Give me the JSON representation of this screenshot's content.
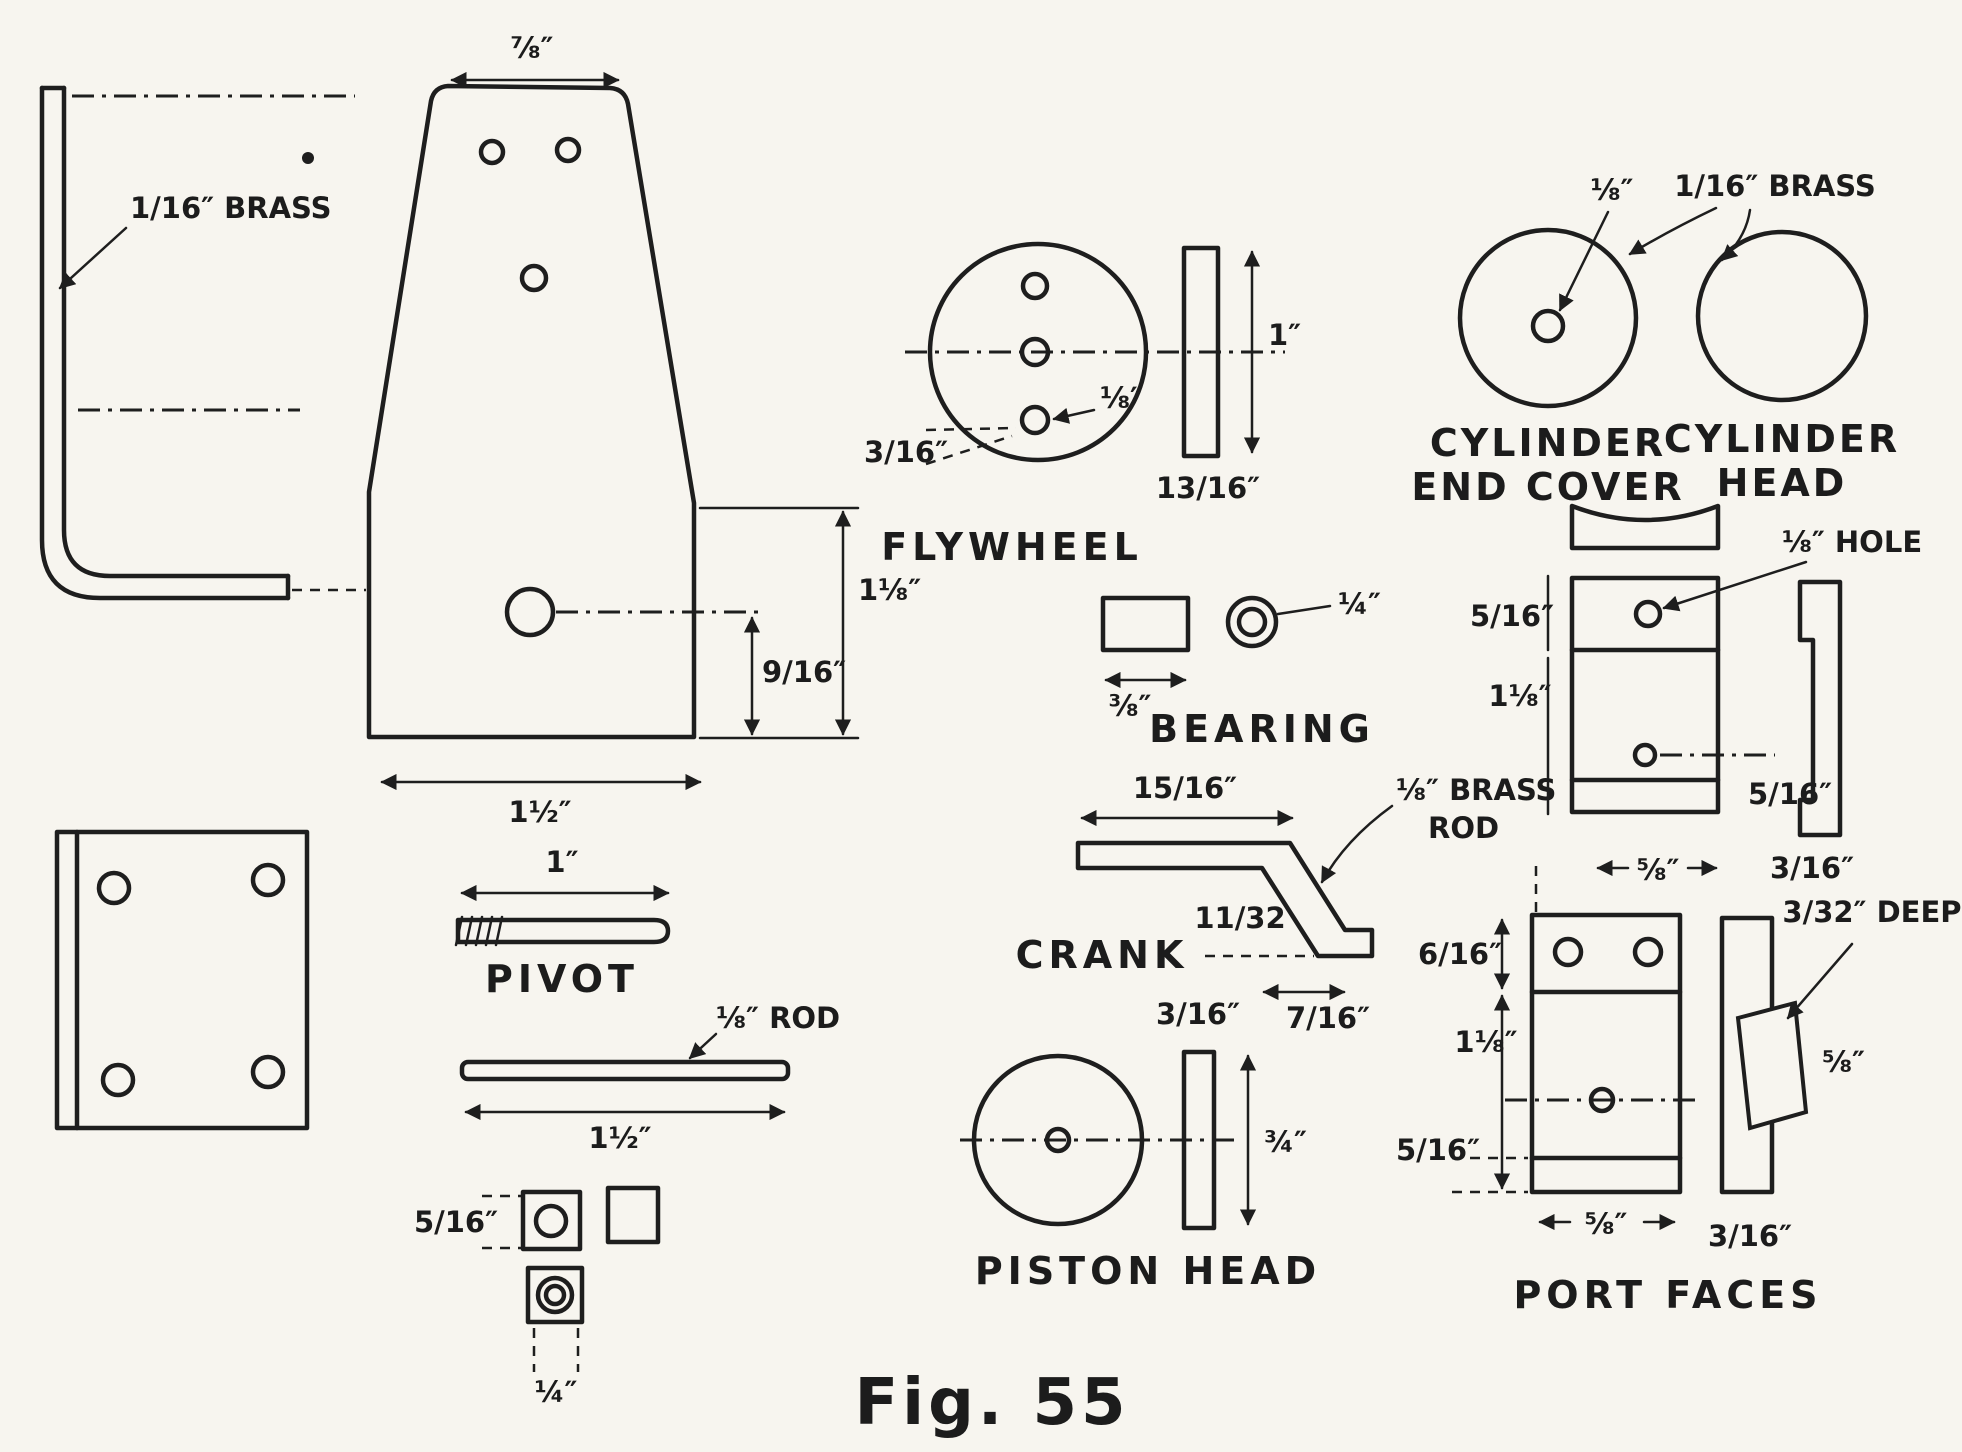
{
  "figure": {
    "caption": "Fig. 55"
  },
  "bracket": {
    "material": "1/16″ BRASS"
  },
  "frame": {
    "dim_top": "⅞″",
    "dim_bottom": "1½″",
    "dim_height": "1⅛″",
    "dim_partial": "9/16″"
  },
  "pivot": {
    "label": "PIVOT",
    "dim": "1″"
  },
  "rod": {
    "label": "⅛″ ROD",
    "dim": "1½″"
  },
  "blocks": {
    "dim_width": "5/16″",
    "dim_small": "¼″"
  },
  "flywheel": {
    "label": "FLYWHEEL",
    "dim_hole": "⅛″",
    "dim_offset": "3/16″",
    "dim_dia": "1″",
    "dim_thick": "13/16″"
  },
  "cylinder": {
    "dim_hole": "⅛″",
    "material": "1/16″ BRASS",
    "cover_line1": "CYLINDER",
    "cover_line2": "END COVER",
    "head_line1": "CYLINDER",
    "head_line2": "HEAD"
  },
  "bearing": {
    "label": "BEARING",
    "dim_width": "⅜″",
    "dim_bore": "¼″"
  },
  "crank": {
    "label": "CRANK",
    "dim_length": "15/16″",
    "material_line1": "⅛″ BRASS",
    "material_line2": "ROD",
    "dim_offset": "11/32",
    "dim_throw": "7/16″"
  },
  "piston": {
    "label": "PISTON HEAD",
    "dim_thick": "3/16″",
    "dim_dia": "¾″"
  },
  "ports": {
    "label": "PORT FACES",
    "hole_label": "⅛″ HOLE",
    "upper_top": "5/16″",
    "upper_height": "1⅛″",
    "upper_bottom": "5/16″",
    "upper_width": "⅝″",
    "upper_thick": "3/16″",
    "lower_top": "6/16″",
    "lower_height": "1⅛″",
    "lower_bottom": "5/16″",
    "lower_width": "⅝″",
    "lower_thick": "3/16″",
    "recess_deep": "3/32″ DEEP",
    "recess_width": "⅝″"
  }
}
